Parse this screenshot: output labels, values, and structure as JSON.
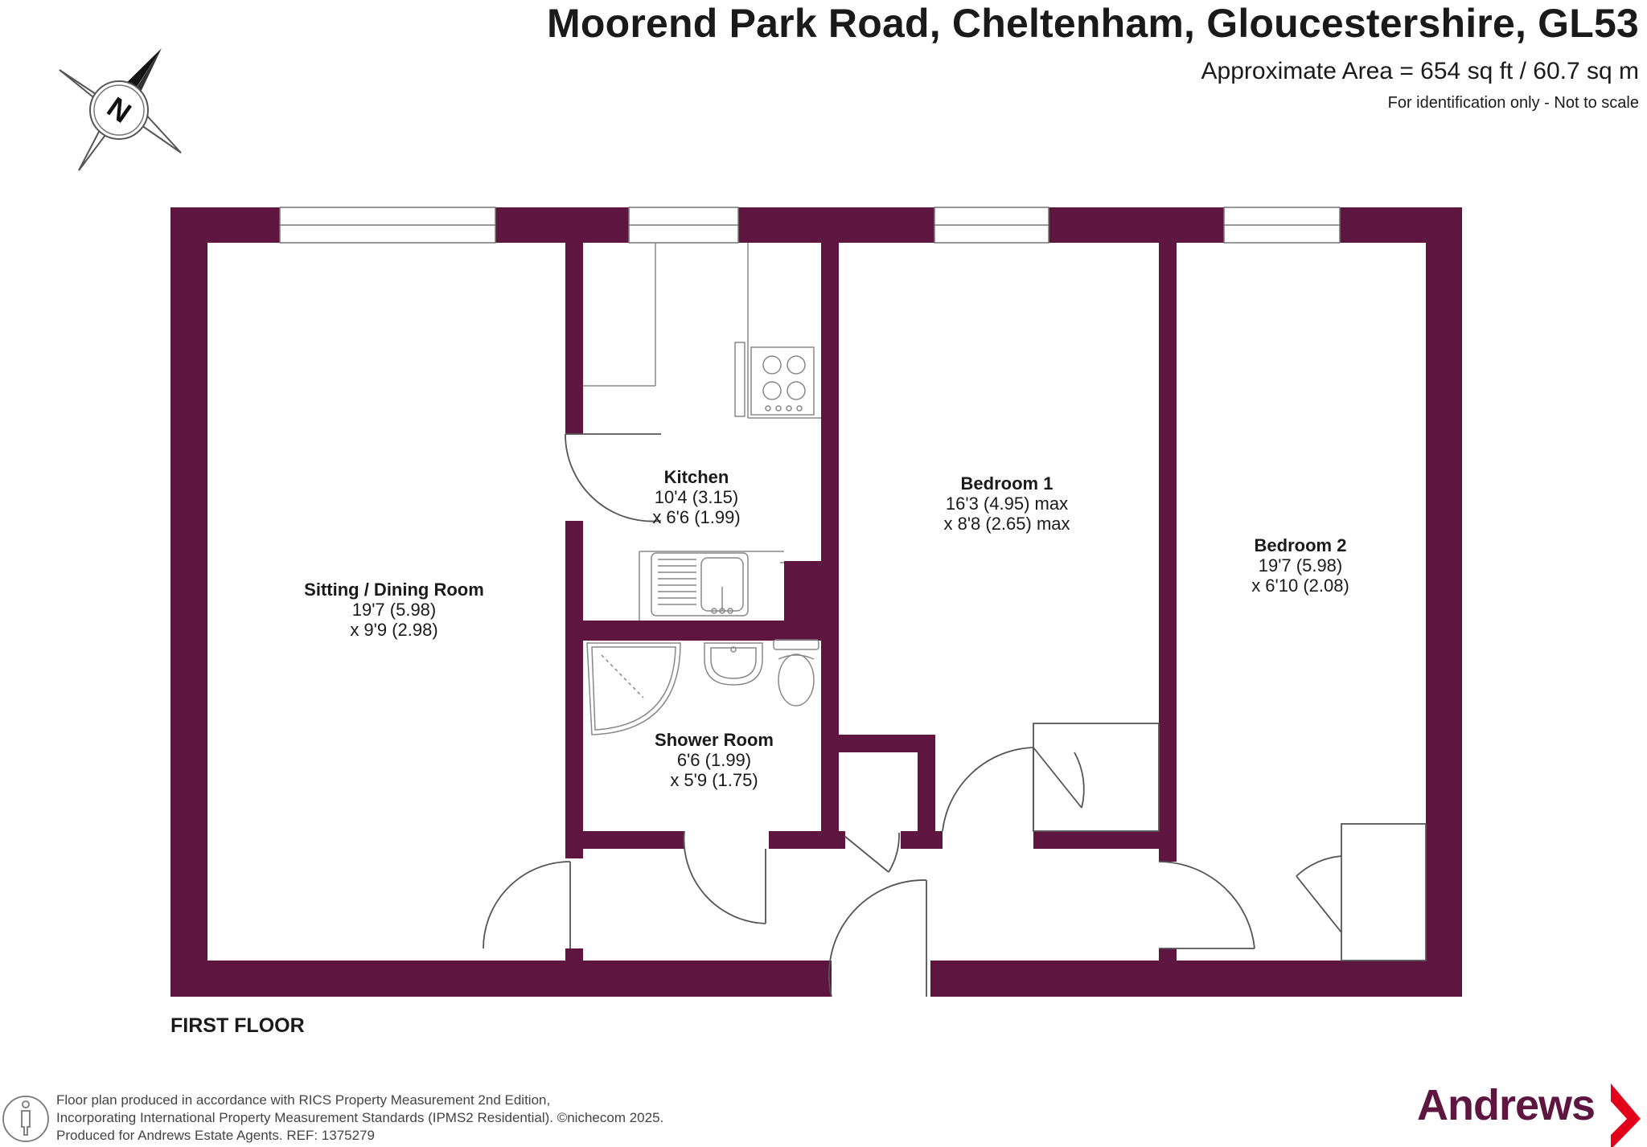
{
  "header": {
    "title": "Moorend Park Road, Cheltenham, Gloucestershire, GL53",
    "area": "Approximate Area = 654 sq ft / 60.7 sq m",
    "note": "For identification only - Not to scale"
  },
  "compass": {
    "letter": "N"
  },
  "rooms": {
    "sitting": {
      "name": "Sitting / Dining Room",
      "dim1": "19'7 (5.98)",
      "dim2": "x 9'9 (2.98)"
    },
    "kitchen": {
      "name": "Kitchen",
      "dim1": "10'4 (3.15)",
      "dim2": "x 6'6 (1.99)"
    },
    "bedroom1": {
      "name": "Bedroom 1",
      "dim1": "16'3 (4.95) max",
      "dim2": "x 8'8 (2.65) max"
    },
    "bedroom2": {
      "name": "Bedroom 2",
      "dim1": "19'7 (5.98)",
      "dim2": "x 6'10 (2.08)"
    },
    "shower": {
      "name": "Shower Room",
      "dim1": "6'6 (1.99)",
      "dim2": "x 5'9 (1.75)"
    }
  },
  "floor_label": "FIRST FLOOR",
  "footer": {
    "line1": "Floor plan produced in accordance with RICS Property Measurement 2nd Edition,",
    "line2": "Incorporating International Property Measurement Standards (IPMS2 Residential).   ©nichecom 2025.",
    "line3": "Produced for Andrews Estate Agents.    REF: 1375279"
  },
  "brand": {
    "name": "Andrews"
  },
  "colors": {
    "wall": "#5e1640",
    "accent": "#e3001b",
    "text": "#1a1a1a"
  }
}
